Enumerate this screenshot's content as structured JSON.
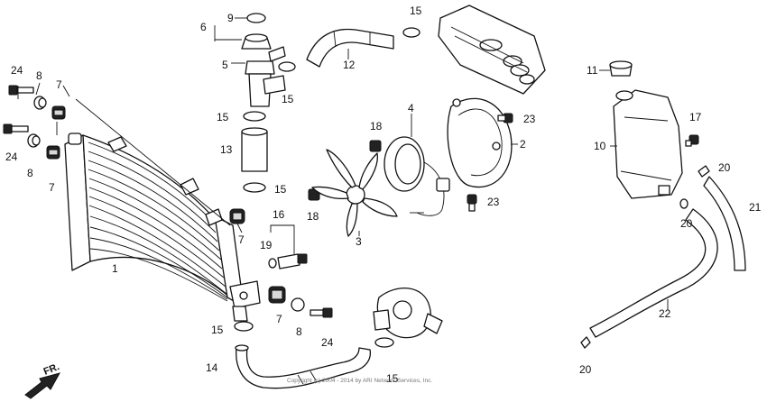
{
  "callouts": {
    "c9": "9",
    "c6": "6",
    "c5": "5",
    "c15a": "15",
    "c15b": "15",
    "c15c": "15",
    "c15d": "15",
    "c15e": "15",
    "c15f": "15",
    "c12": "12",
    "c13": "13",
    "c16": "16",
    "c19": "19",
    "c18a": "18",
    "c18b": "18",
    "c4": "4",
    "c3": "3",
    "c2": "2",
    "c23a": "23",
    "c23b": "23",
    "c24a": "24",
    "c24b": "24",
    "c24c": "24",
    "c8a": "8",
    "c8b": "8",
    "c8c": "8",
    "c7a": "7",
    "c7b": "7",
    "c7c": "7",
    "c7d": "7",
    "c1": "1",
    "c14": "14",
    "c11": "11",
    "c10": "10",
    "c17": "17",
    "c20a": "20",
    "c20b": "20",
    "c20c": "20",
    "c21": "21",
    "c22": "22"
  },
  "orientation": {
    "fr_label": "FR."
  },
  "copyright": "Copyright (c) 2004 - 2014 by ARI Network Services, Inc."
}
